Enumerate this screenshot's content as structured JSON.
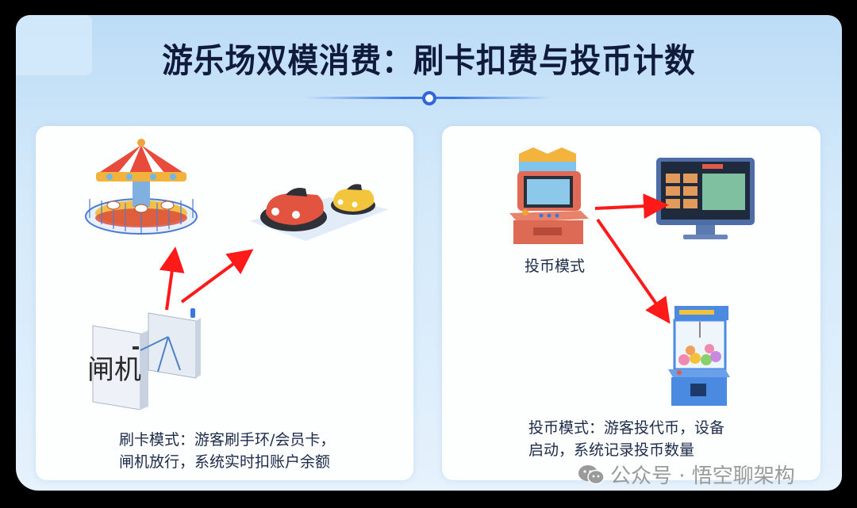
{
  "title": "游乐场双模消费：刷卡扣费与投币计数",
  "colors": {
    "accent": "#2f66dc",
    "arrow": "#ff1a1a",
    "panel_bg": "#cfe6fa",
    "card_bg": "#fdfefe",
    "text": "#1c2b4a"
  },
  "left_card": {
    "gate_label": "闸机",
    "illustrations": [
      "carousel",
      "bumper-cars",
      "turnstile-gate"
    ],
    "description_line1": "刷卡模式：游客刷手环/会员卡，",
    "description_line2": "闸机放行，系统实时扣账户余额"
  },
  "right_card": {
    "arcade_label": "投币模式",
    "illustrations": [
      "arcade-cabinet",
      "monitor-screen",
      "claw-machine"
    ],
    "description_line1": "投币模式：游客投代币，设备",
    "description_line2": "启动，系统记录投币数量"
  },
  "watermark": {
    "icon": "wechat-icon",
    "text": "公众号 · 悟空聊架构"
  }
}
